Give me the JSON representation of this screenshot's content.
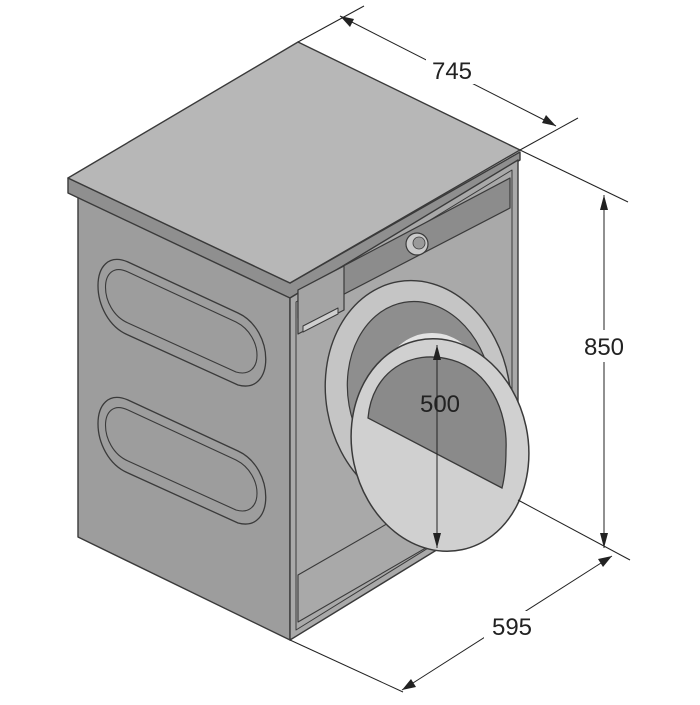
{
  "dimensions": {
    "depth": "745",
    "height": "850",
    "width": "595",
    "door_opening": "500"
  },
  "colors": {
    "body": "#a8a8a8",
    "side": "#9c9c9c",
    "top": "#b6b6b6",
    "edge": "#3a3a3a",
    "door_glass": "#888888",
    "door_ring": "#c7c7c7",
    "line": "#222222"
  }
}
